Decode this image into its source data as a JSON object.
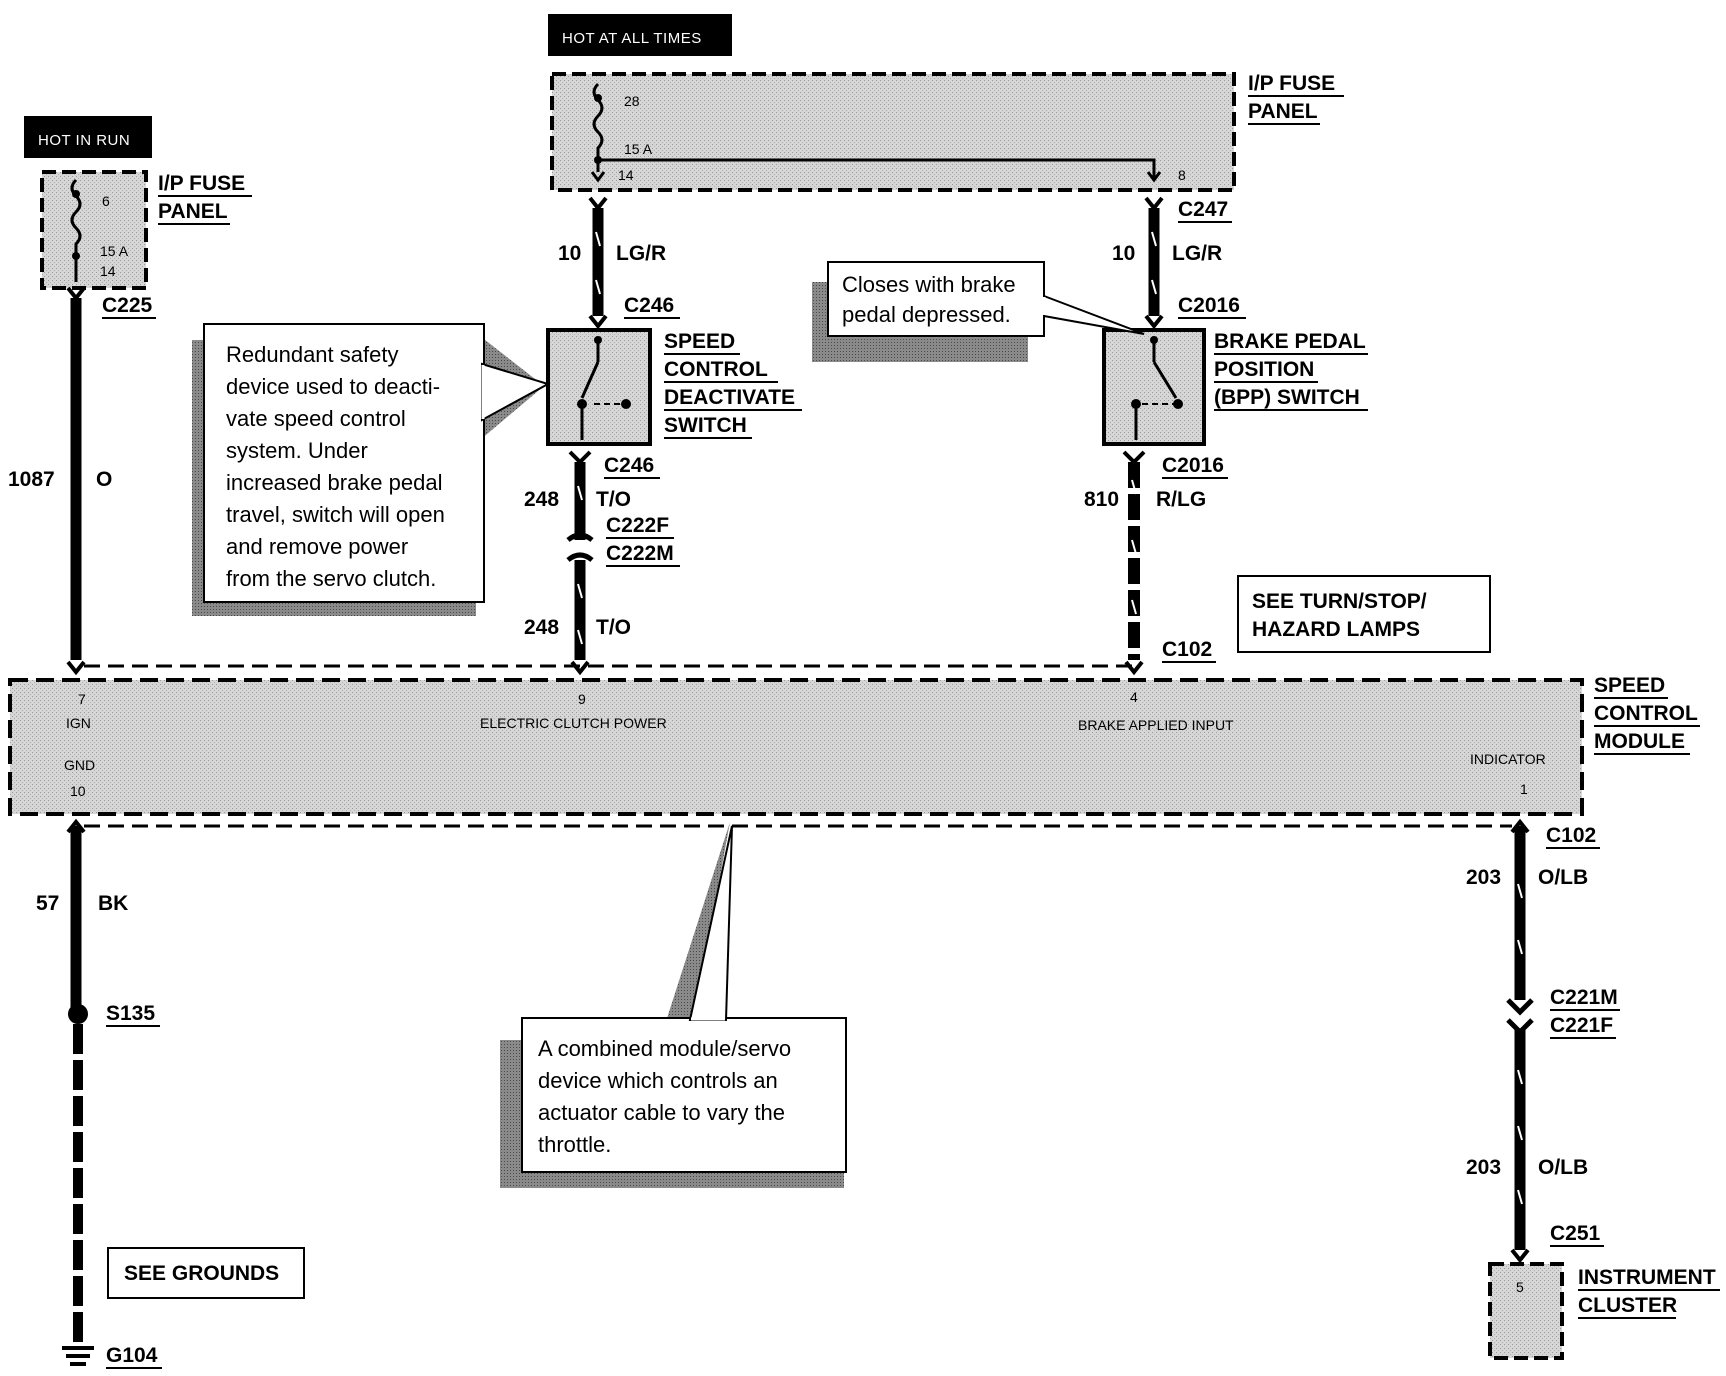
{
  "header": {
    "hot_at_all_times": "HOT AT ALL TIMES",
    "hot_in_run": "HOT IN RUN"
  },
  "fuse_panel_left": {
    "title_line1": "I/P FUSE",
    "title_line2": "PANEL",
    "fuse_number": "6",
    "fuse_rating": "15 A",
    "pin": "14",
    "connector": "C225"
  },
  "fuse_panel_top": {
    "title_line1": "I/P FUSE",
    "title_line2": "PANEL",
    "fuse_number": "28",
    "fuse_rating": "15 A",
    "pin_left": "14",
    "pin_right": "8",
    "connector_right": "C247"
  },
  "wires": {
    "ign_circuit": "1087",
    "ign_color": "O",
    "lgr_left_circuit": "10",
    "lgr_left_color": "LG/R",
    "lgr_right_circuit": "10",
    "lgr_right_color": "LG/R",
    "to_upper_circuit": "248",
    "to_upper_color": "T/O",
    "to_lower_circuit": "248",
    "to_lower_color": "T/O",
    "rlg_circuit": "810",
    "rlg_color": "R/LG",
    "gnd_circuit": "57",
    "gnd_color": "BK",
    "olb_upper_circuit": "203",
    "olb_upper_color": "O/LB",
    "olb_lower_circuit": "203",
    "olb_lower_color": "O/LB"
  },
  "connectors": {
    "c246_top": "C246",
    "c246_bottom": "C246",
    "c222f": "C222F",
    "c222m": "C222M",
    "c2016_top": "C2016",
    "c2016_bottom": "C2016",
    "c102_top": "C102",
    "c102_bottom": "C102",
    "c221m": "C221M",
    "c221f": "C221F",
    "c251": "C251",
    "s135": "S135",
    "g104": "G104"
  },
  "speed_control_deactivate_switch": {
    "line1": "SPEED",
    "line2": "CONTROL",
    "line3": "DEACTIVATE",
    "line4": "SWITCH"
  },
  "bpp_switch": {
    "line1": "BRAKE PEDAL",
    "line2": "POSITION",
    "line3": "(BPP) SWITCH"
  },
  "speed_control_module": {
    "line1": "SPEED",
    "line2": "CONTROL",
    "line3": "MODULE",
    "pin_ign_num": "7",
    "pin_ign_label": "IGN",
    "pin_gnd_label": "GND",
    "pin_gnd_num": "10",
    "pin_clutch_num": "9",
    "pin_clutch_label": "ELECTRIC CLUTCH POWER",
    "pin_brake_num": "4",
    "pin_brake_label": "BRAKE APPLIED INPUT",
    "pin_ind_label": "INDICATOR",
    "pin_ind_num": "1"
  },
  "instrument_cluster": {
    "line1": "INSTRUMENT",
    "line2": "CLUSTER",
    "pin": "5"
  },
  "notes": {
    "redundant": [
      "Redundant safety",
      "device used to deacti-",
      "vate speed control",
      "system.  Under",
      "increased brake pedal",
      "travel, switch will open",
      "and remove power",
      "from the servo clutch."
    ],
    "closes": [
      "Closes with brake",
      "pedal depressed."
    ],
    "combined": [
      "A combined module/servo",
      "device which controls an",
      "actuator cable to vary the",
      "throttle."
    ]
  },
  "refs": {
    "turn_stop_line1": "SEE TURN/STOP/",
    "turn_stop_line2": "HAZARD LAMPS",
    "see_grounds": "SEE GROUNDS"
  }
}
